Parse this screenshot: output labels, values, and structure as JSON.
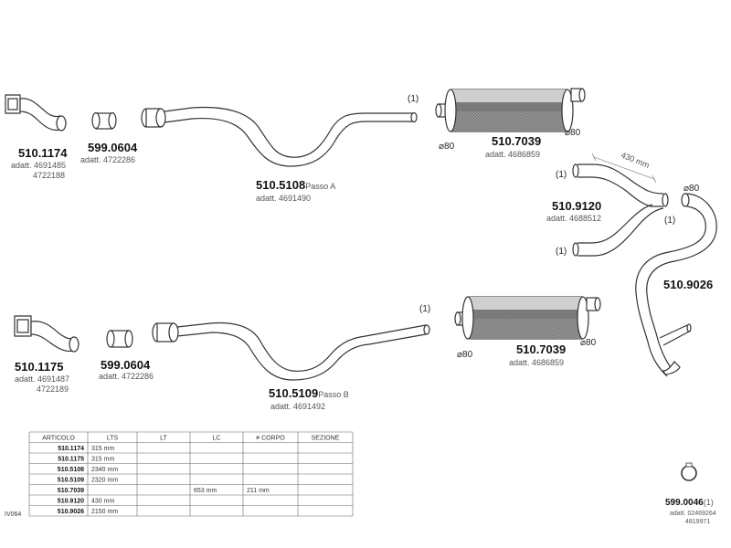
{
  "upper": {
    "manifold": {
      "code": "510.1174",
      "adatt1": "adatt. 4691485",
      "adatt2": "4722188"
    },
    "sleeve": {
      "code": "599.0604",
      "adatt": "adatt. 4722286"
    },
    "pipe": {
      "code": "510.5108",
      "suffix": "Passo  A",
      "adatt": "adatt. 4691490",
      "note": "(1)"
    },
    "muffler": {
      "code": "510.7039",
      "adatt": "adatt. 4686859",
      "inlet_dia": "⌀80",
      "outlet_dia": "⌀80"
    }
  },
  "lower": {
    "manifold": {
      "code": "510.1175",
      "adatt1": "adatt. 4691487",
      "adatt2": "4722189"
    },
    "sleeve": {
      "code": "599.0604",
      "adatt": "adatt. 4722286"
    },
    "pipe": {
      "code": "510.5109",
      "suffix": "Passo  B",
      "adatt": "adatt. 4691492",
      "note": "(1)"
    },
    "muffler": {
      "code": "510.7039",
      "adatt": "adatt. 4686859",
      "inlet_dia": "⌀80",
      "outlet_dia": "⌀80"
    }
  },
  "ypipe": {
    "code": "510.9120",
    "adatt": "adatt. 4688512",
    "length": "430 mm",
    "note_top": "(1)",
    "note_bottom": "(1)",
    "note_right": "(1)"
  },
  "tail": {
    "code": "510.9026",
    "dia": "⌀80"
  },
  "clamp": {
    "code": "599.0046",
    "note": "(1)",
    "adatt1": "adatt. 02469264",
    "adatt2": "4819971"
  },
  "side_label": "IV064",
  "table": {
    "headers": [
      "ARTICOLO",
      "LTS",
      "LT",
      "LC",
      "# CORPO",
      "SEZIONE"
    ],
    "rows": [
      [
        "510.1174",
        "315 mm",
        "",
        "",
        "",
        ""
      ],
      [
        "510.1175",
        "315 mm",
        "",
        "",
        "",
        ""
      ],
      [
        "510.5108",
        "2340 mm",
        "",
        "",
        "",
        ""
      ],
      [
        "510.5109",
        "2320 mm",
        "",
        "",
        "",
        ""
      ],
      [
        "510.7039",
        "",
        "",
        "653 mm",
        "211 mm",
        ""
      ],
      [
        "510.9120",
        "430 mm",
        "",
        "",
        "",
        ""
      ],
      [
        "510.9026",
        "2150 mm",
        "",
        "",
        "",
        ""
      ]
    ]
  }
}
